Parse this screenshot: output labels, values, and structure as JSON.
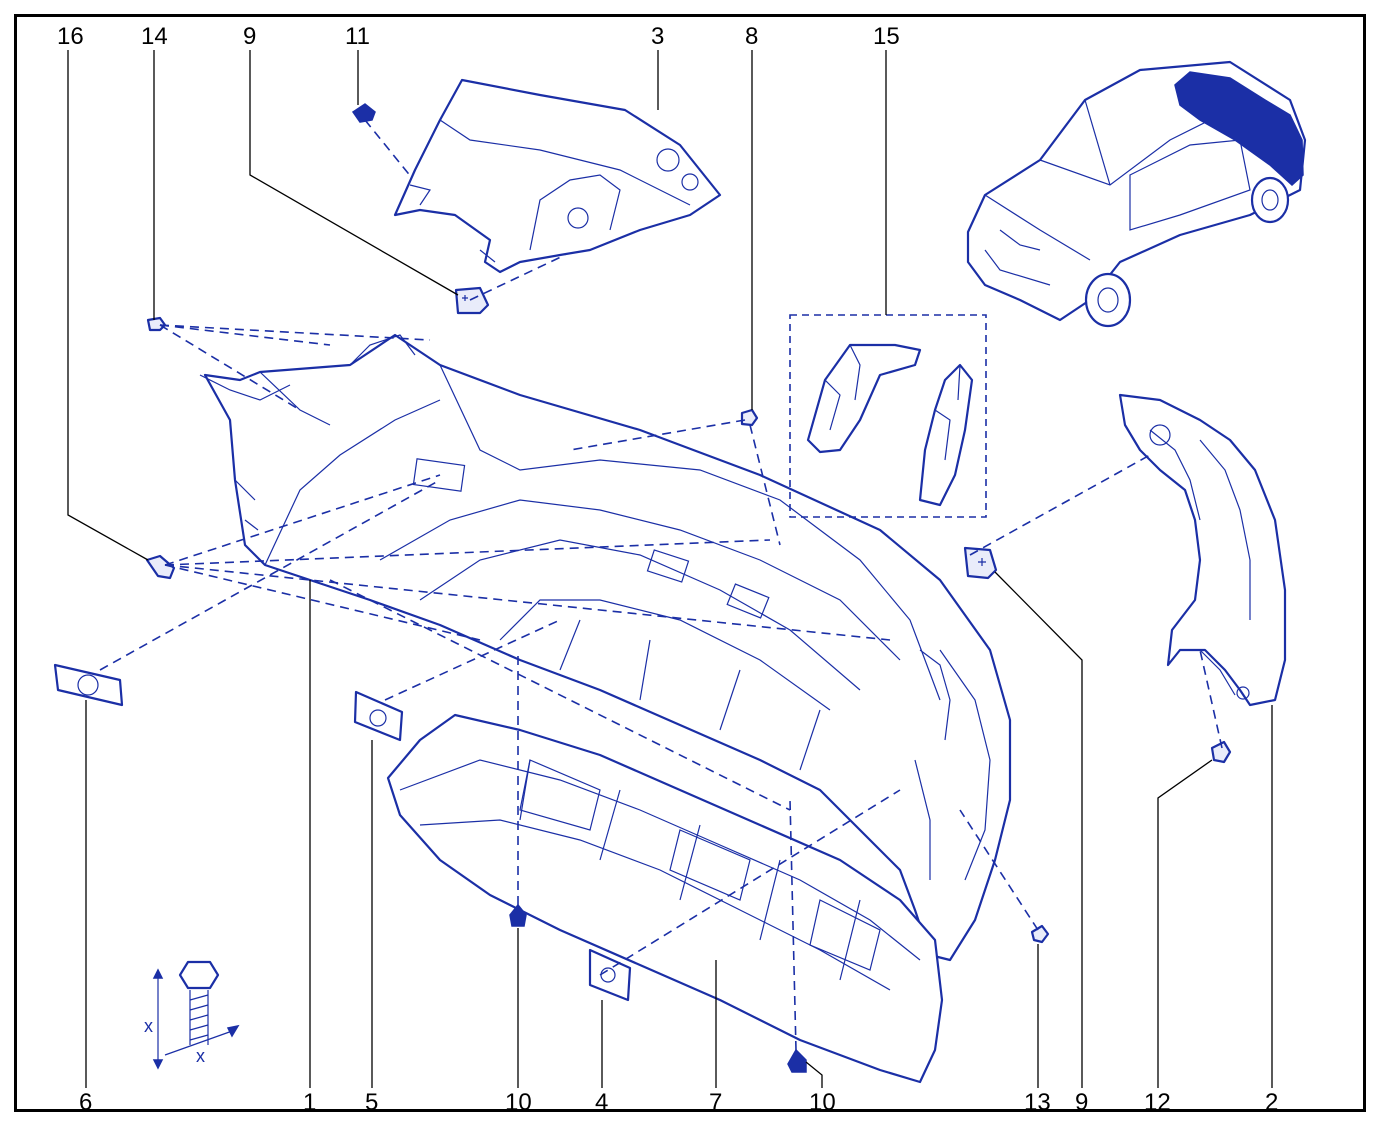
{
  "callouts": {
    "c16": "16",
    "c14": "14",
    "c9_top": "9",
    "c11": "11",
    "c3": "3",
    "c8": "8",
    "c15": "15",
    "c6": "6",
    "c1": "1",
    "c5": "5",
    "c10_left": "10",
    "c4": "4",
    "c7": "7",
    "c10_right": "10",
    "c13": "13",
    "c9_bottom": "9",
    "c12": "12",
    "c2": "2"
  },
  "tighten_marks": {
    "mark_a": "x",
    "mark_b": "x"
  },
  "colors": {
    "line": "#1b2fa6",
    "frame": "#000000",
    "background": "#ffffff"
  }
}
